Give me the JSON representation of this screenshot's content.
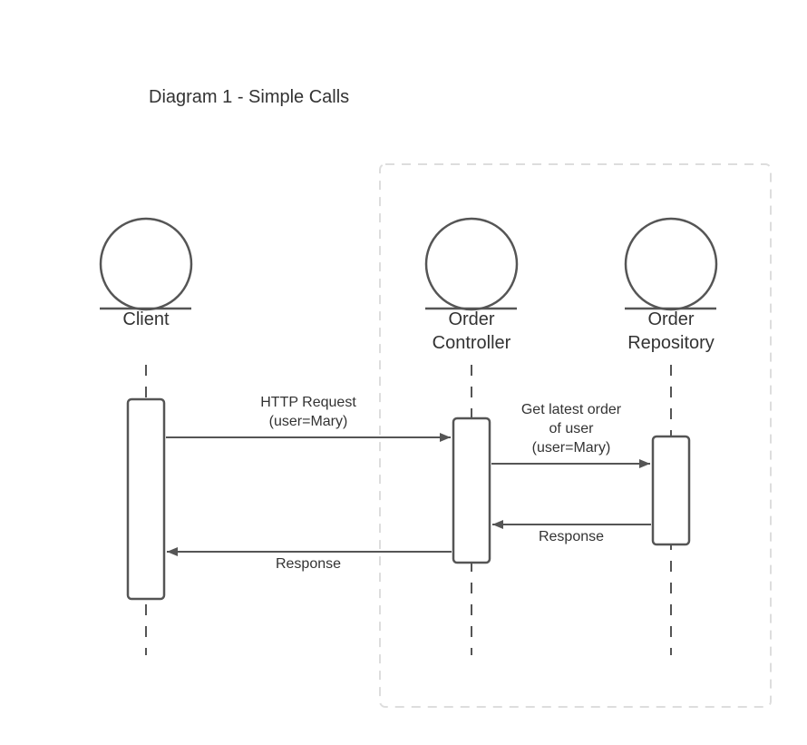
{
  "title": "Diagram 1 - Simple Calls",
  "colors": {
    "ink": "#555555",
    "text": "#333333",
    "boundary": "#dddddd",
    "background": "#ffffff"
  },
  "participants": [
    {
      "id": "client",
      "label_lines": [
        "Client"
      ]
    },
    {
      "id": "order-controller",
      "label_lines": [
        "Order",
        "Controller"
      ]
    },
    {
      "id": "order-repository",
      "label_lines": [
        "Order",
        "Repository"
      ]
    }
  ],
  "messages": [
    {
      "id": "http-request",
      "from": "client",
      "to": "order-controller",
      "label_lines": [
        "HTTP Request",
        "(user=Mary)"
      ]
    },
    {
      "id": "get-latest-order",
      "from": "order-controller",
      "to": "order-repository",
      "label_lines": [
        "Get latest order",
        "of user",
        "(user=Mary)"
      ]
    },
    {
      "id": "repository-response",
      "from": "order-repository",
      "to": "order-controller",
      "label_lines": [
        "Response"
      ]
    },
    {
      "id": "controller-response",
      "from": "order-controller",
      "to": "client",
      "label_lines": [
        "Response"
      ]
    }
  ]
}
